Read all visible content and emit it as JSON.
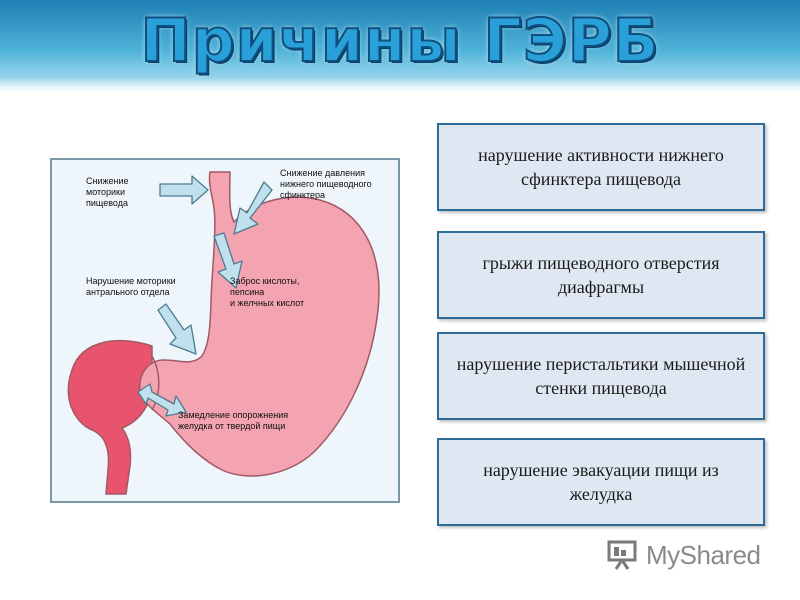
{
  "title": "Причины ГЭРБ",
  "diagram": {
    "labels": {
      "motility": "Снижение\nмоторики\nпищевода",
      "sphincter_pressure": "Снижение давления\nнижнего пищеводного\nсфинктера",
      "antral": "Нарушение моторики\nантрального отдела",
      "reflux": "Заброс кислоты,\nпепсина\nи желчных кислот",
      "emptying": "Замедление опорожнения\nжелудка от твердой пищи"
    },
    "colors": {
      "stomach": "#f4a3b0",
      "duodenum": "#e8536d",
      "outline": "#a05a66",
      "arrow_fill": "#bfe0ec",
      "arrow_stroke": "#4d7b91"
    }
  },
  "causes": [
    "нарушение активности нижнего сфинктера пищевода",
    "грыжи пищеводного отверстия диафрагмы",
    "нарушение перистальтики мышечной стенки пищевода",
    "нарушение эвакуации пищи из желудка"
  ],
  "logo": {
    "text": "MyShared",
    "icon": "presentation-board-icon"
  },
  "colors": {
    "header": "#1d7fb3",
    "box_border": "#2e6c98",
    "box_fill": "#dfe8f2"
  }
}
